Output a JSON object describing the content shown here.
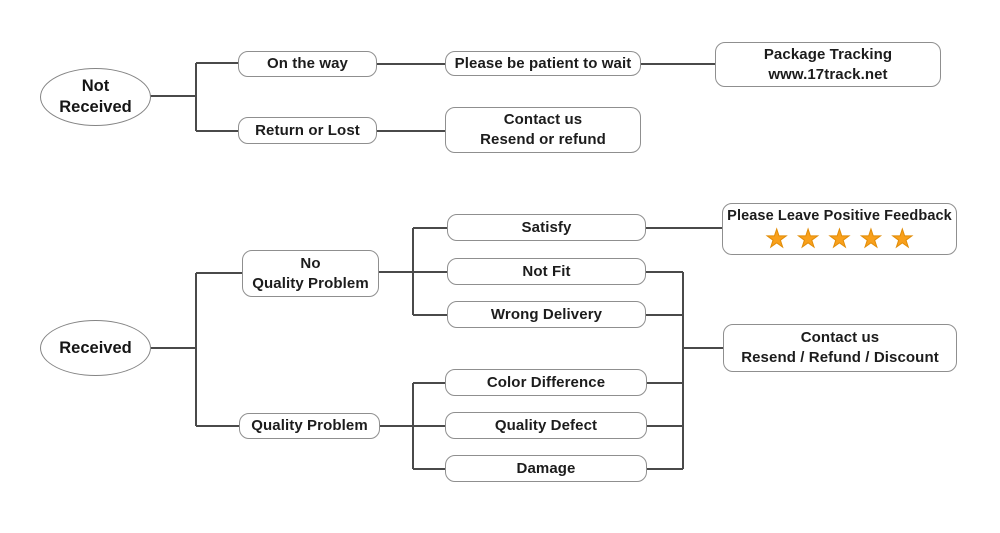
{
  "colors": {
    "line": "#4a4a4a",
    "box_border": "#8f8f8f",
    "text": "#1c1c1c",
    "star": "#F9A01B"
  },
  "flowchart": {
    "not_received": {
      "line1": "Not",
      "line2": "Received"
    },
    "on_the_way": {
      "label": "On the way"
    },
    "return_or_lost": {
      "label": "Return or Lost"
    },
    "be_patient": {
      "label": "Please be patient to wait"
    },
    "package_tracking": {
      "line1": "Package Tracking",
      "line2": "www.17track.net"
    },
    "contact_resend_refund": {
      "line1": "Contact us",
      "line2": "Resend or refund"
    },
    "received": {
      "label": "Received"
    },
    "no_quality_problem": {
      "line1": "No",
      "line2": "Quality Problem"
    },
    "quality_problem": {
      "label": "Quality Problem"
    },
    "satisfy": {
      "label": "Satisfy"
    },
    "not_fit": {
      "label": "Not Fit"
    },
    "wrong_delivery": {
      "label": "Wrong Delivery"
    },
    "color_difference": {
      "label": "Color Difference"
    },
    "quality_defect": {
      "label": "Quality Defect"
    },
    "damage": {
      "label": "Damage"
    },
    "positive_feedback": {
      "title": "Please Leave Positive Feedback",
      "stars": "★★★★★",
      "star_count": 5
    },
    "contact_resend_refund_discount": {
      "line1": "Contact us",
      "line2": "Resend / Refund / Discount"
    }
  },
  "edges": [
    [
      "Not Received",
      "On the way"
    ],
    [
      "Not Received",
      "Return or Lost"
    ],
    [
      "On the way",
      "Please be patient to wait"
    ],
    [
      "Please be patient to wait",
      "Package Tracking www.17track.net"
    ],
    [
      "Return or Lost",
      "Contact us Resend or refund"
    ],
    [
      "Received",
      "No Quality Problem"
    ],
    [
      "Received",
      "Quality Problem"
    ],
    [
      "No Quality Problem",
      "Satisfy"
    ],
    [
      "No Quality Problem",
      "Not Fit"
    ],
    [
      "No Quality Problem",
      "Wrong Delivery"
    ],
    [
      "Satisfy",
      "Please Leave Positive Feedback"
    ],
    [
      "Quality Problem",
      "Color Difference"
    ],
    [
      "Quality Problem",
      "Quality Defect"
    ],
    [
      "Quality Problem",
      "Damage"
    ],
    [
      "Not Fit",
      "Contact us Resend / Refund / Discount"
    ],
    [
      "Wrong Delivery",
      "Contact us Resend / Refund / Discount"
    ],
    [
      "Color Difference",
      "Contact us Resend / Refund / Discount"
    ],
    [
      "Quality Defect",
      "Contact us Resend / Refund / Discount"
    ],
    [
      "Damage",
      "Contact us Resend / Refund / Discount"
    ]
  ]
}
